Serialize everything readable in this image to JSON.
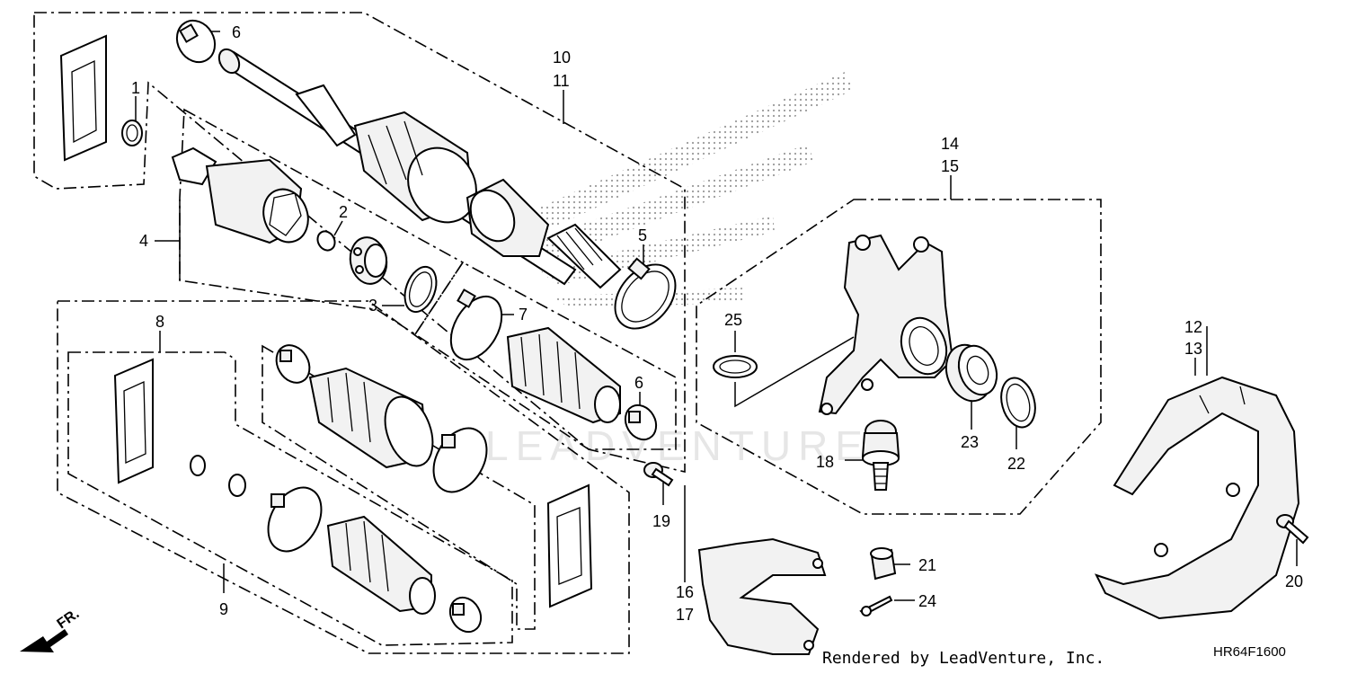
{
  "diagram": {
    "callouts": {
      "c1": "1",
      "c2": "2",
      "c3": "3",
      "c4": "4",
      "c5": "5",
      "c6a": "6",
      "c6b": "6",
      "c7": "7",
      "c8": "8",
      "c9": "9",
      "c10": "10",
      "c11": "11",
      "c12": "12",
      "c13": "13",
      "c14": "14",
      "c15": "15",
      "c16": "16",
      "c17": "17",
      "c18": "18",
      "c19": "19",
      "c20": "20",
      "c21": "21",
      "c22": "22",
      "c23": "23",
      "c24": "24",
      "c25": "25"
    },
    "direction_label": "FR.",
    "watermark_text": "LEADVENTURE",
    "footer": "Rendered by LeadVenture, Inc.",
    "diagram_code": "HR64F1600"
  }
}
